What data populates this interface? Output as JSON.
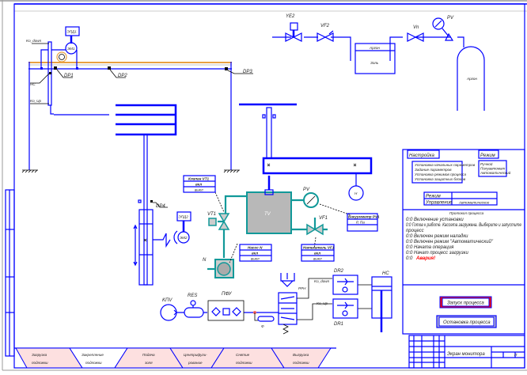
{
  "colors": {
    "line": "#0000ff",
    "vacuum": "#119999",
    "chamber": "#b8b8b8",
    "beam": "#e8a040",
    "alarm": "#ff0000",
    "tab": "#fde0e0"
  },
  "mechanism": {
    "motor_box": "ЭПД1",
    "motor": "ЭМ1",
    "sensor_1": "DP1",
    "sensor_2": "DP2",
    "sensor_3": "DP3",
    "sensor_4": "DP4",
    "label_down": "Ko_down",
    "label_hc": "HC",
    "label_up": "Ko_Up",
    "motor_box_2": "ЭПД2",
    "motor_2": "ЭМ2",
    "motor_h": "H"
  },
  "vacuum": {
    "chamber": "TV",
    "gauge": "PV",
    "valve_vf1": "VF1",
    "valve_vt1": "VT1",
    "pump": "N",
    "box_vt1": {
      "title": "Клапан VT1",
      "row1": "вкл",
      "row2": "выкл"
    },
    "box_pump": {
      "title": "Насос N",
      "row1": "вкл",
      "row2": "выкл"
    },
    "box_vf1": {
      "title": "Натекатель VF1",
      "row1": "вкл",
      "row2": "выкл"
    },
    "box_pv": {
      "title": "Вакуумметр PV1",
      "row1": "Р, Па"
    }
  },
  "gas": {
    "valve_ye2": "YE2",
    "valve_vf2": "VF2",
    "valve_vn": "Vn",
    "gauge": "PV",
    "tank_top": "Аргон",
    "tank_bottom": "Золь",
    "cylinder": "Аргон"
  },
  "pneumatic": {
    "compressor": "KПV",
    "receiver": "RES",
    "filter_unit": "ПФУ",
    "distributor": "PPH",
    "silencer": "Ф",
    "line_down": "Ko_down",
    "line_up": "Ko_Up",
    "throttle_2": "DR2",
    "throttle_1": "DR1",
    "cylinder": "HC"
  },
  "panel": {
    "settings_button": "Настройка",
    "settings_menu": [
      "Установка начальных параметров",
      "Задание параметров",
      "Установка режимов процесса",
      "Установка защитных блоков"
    ],
    "mode_button": "Режим",
    "mode_menu": [
      "Ручной",
      "Полуавтомат",
      "Автоматический"
    ],
    "status_table": [
      {
        "label": "Режим",
        "value": ""
      },
      {
        "label": "Управление",
        "value": "Автоматическое"
      }
    ],
    "log_title": "Протокол процесса",
    "log": [
      "0:0 Включение установки",
      "0:0 Готов к работе. Кассета загружена. Выберите и запустите",
      "процесс",
      "0:0 Включен режим наладки",
      "0:0 Включен режим \"Автоматический\"",
      "0:0 Начата операция",
      "0:0 Начат процесс загрузки"
    ],
    "log_alarm_prefix": "0:0",
    "log_alarm": "Авария!",
    "start_button": "Запуск процесса",
    "stop_button": "Остановка процесса"
  },
  "tabs": [
    {
      "line1": "Загрузка",
      "line2": "подложки"
    },
    {
      "line1": "Закрепление",
      "line2": "подложки"
    },
    {
      "line1": "Подача",
      "line2": "золя"
    },
    {
      "line1": "Центрифуги-",
      "line2": "рование"
    },
    {
      "line1": "Снятие",
      "line2": "подложки"
    },
    {
      "line1": "Выгрузка",
      "line2": "подложки"
    }
  ],
  "title_block": {
    "title": "Экран монитора",
    "sheet": "П"
  }
}
